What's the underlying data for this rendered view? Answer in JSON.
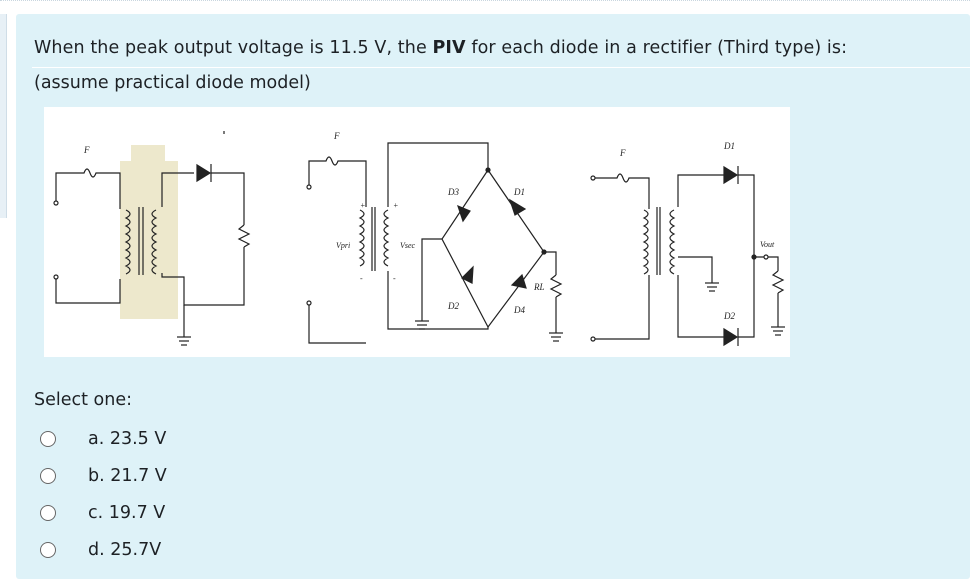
{
  "question": {
    "text_before": "When the peak output voltage is 11.5 V, the ",
    "bold_term": "PIV",
    "text_after": " for each diode in a  rectifier (Third type) is:",
    "note": "(assume practical diode model)"
  },
  "figure": {
    "labels": {
      "fuse1": "F",
      "fuse2": "F",
      "fuse3": "F",
      "d3": "D3",
      "d1": "D1",
      "d2": "D2",
      "d4": "D4",
      "rl": "RL",
      "vpri": "Vpri",
      "vsec": "Vsec",
      "d1b": "D1",
      "d2b": "D2",
      "vout": "Vout",
      "plus1": "+",
      "plus2": "+",
      "minus1": "-",
      "minus2": "-"
    }
  },
  "prompt": "Select one:",
  "options": [
    {
      "label": "a. 23.5 V"
    },
    {
      "label": "b. 21.7 V"
    },
    {
      "label": "c. 19.7 V"
    },
    {
      "label": "d. 25.7V"
    }
  ],
  "colors": {
    "panel_bg": "#def2f8",
    "core_highlight": "#ede8cc",
    "text": "#1d2125"
  }
}
